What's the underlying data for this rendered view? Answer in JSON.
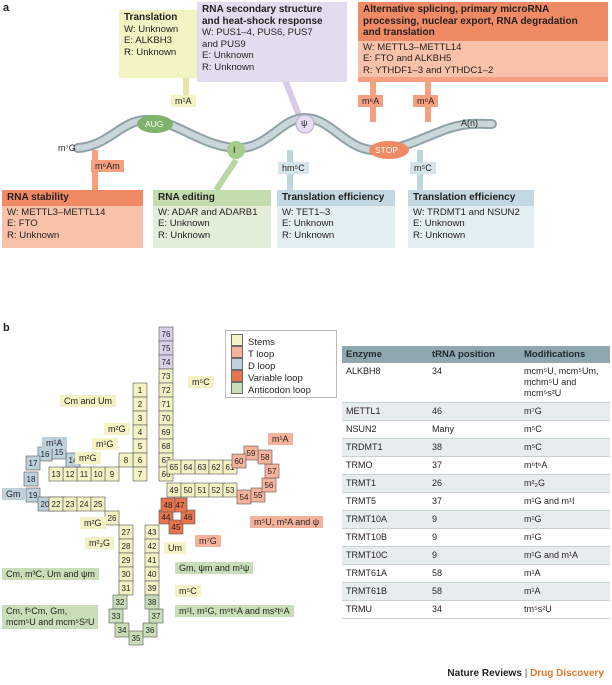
{
  "panel_a": {
    "label": "a",
    "cap_label": "m⁷G",
    "polya_label": "A(n)",
    "start_codon": "AUG",
    "stop_codon": "STOP",
    "inosine": "I",
    "pseudouridine": "ψ",
    "mods": {
      "m1A": "m¹A",
      "m6A_1": "m⁶A",
      "m6A_2": "m⁶A",
      "m6Am": "m⁶Am",
      "hm5C": "hm⁵C",
      "m5C": "m⁵C"
    },
    "boxes": {
      "translation": {
        "title": "Translation",
        "lines": [
          "W: Unknown",
          "E: ALKBH3",
          "R: Unknown"
        ]
      },
      "rna_secondary": {
        "title_lines": [
          "RNA secondary structure",
          "and heat-shock response"
        ],
        "lines": [
          "W: PUS1–4, PUS6, PUS7",
          "and PUS9",
          "E: Unknown",
          "R: Unknown"
        ]
      },
      "splicing": {
        "title_lines": [
          "Alternative splicing, primary microRNA",
          "processing, nuclear export, RNA degradation",
          "and translation"
        ],
        "lines": [
          "W: METTL3–METTL14",
          "E: FTO and ALKBH5",
          "R: YTHDF1–3 and YTHDC1–2"
        ]
      },
      "stability": {
        "title": "RNA stability",
        "lines": [
          "W: METTL3–METTL14",
          "E: FTO",
          "R: Unknown"
        ]
      },
      "editing": {
        "title": "RNA editing",
        "lines": [
          "W: ADAR and ADARB1",
          "E: Unknown",
          "R: Unknown"
        ]
      },
      "efficiency_1": {
        "title": "Translation efficiency",
        "lines": [
          "W: TET1–3",
          "E: Unknown",
          "R: Unknown"
        ]
      },
      "efficiency_2": {
        "title": "Translation efficiency",
        "lines": [
          "W: TRDMT1 and NSUN2",
          "E: Unknown",
          "R: Unknown"
        ]
      }
    },
    "colors": {
      "yellow": "#f3f2c3",
      "purple": "#e3dcef",
      "orange": "#f6a07f",
      "orange_title": "#f08a64",
      "green": "#d3e5c6",
      "blue": "#d4e4ea",
      "strand": "#aebfc4"
    }
  },
  "panel_b": {
    "label": "b",
    "legend": [
      {
        "label": "Stems",
        "color": "#f4f1c4"
      },
      {
        "label": "T loop",
        "color": "#f6b39c"
      },
      {
        "label": "D loop",
        "color": "#bdd1dc"
      },
      {
        "label": "Variable loop",
        "color": "#e8744e"
      },
      {
        "label": "Anticodon loop",
        "color": "#c8deb8"
      }
    ],
    "mod_labels": {
      "m5C_top": "m⁵C",
      "cm_um": "Cm and Um",
      "m2G_a": "m²G",
      "m1G": "m¹G",
      "m2G_b": "m²G",
      "m1A_left": "m¹A",
      "gm_left": "Gm",
      "m2G_c": "m²G",
      "m22G": "m²₂G",
      "um": "Um",
      "m1A_right": "m¹A",
      "m5u_group": "m⁵U, m²A and ψ",
      "m7G": "m⁷G",
      "cm_group": "Cm, m³C, Um and ψm",
      "gm_group": "Gm, ψm and m¹ψ",
      "m5C_lower": "m⁵C",
      "cm_f5_line1": "Cm, f⁵Cm, Gm,",
      "cm_f5_line2": "mcm⁵U and mcm⁵S²U",
      "m1i_group": "m¹I, m¹G, m⁶t⁶A and ms²t⁶A"
    },
    "table": {
      "headers": [
        "Enzyme",
        "tRNA position",
        "Modifications"
      ],
      "rows": [
        [
          "ALKBH8",
          "34",
          "mcm⁵U, mcm⁵Um, mchm⁵U and mcm⁵s²U"
        ],
        [
          "METTL1",
          "46",
          "m⁷G"
        ],
        [
          "NSUN2",
          "Many",
          "m⁵C"
        ],
        [
          "TRDMT1",
          "38",
          "m⁵C"
        ],
        [
          "TRMO",
          "37",
          "m⁶t⁶A"
        ],
        [
          "TRMT1",
          "26",
          "m²₂G"
        ],
        [
          "TRMT5",
          "37",
          "m¹G and m¹I"
        ],
        [
          "TRMT10A",
          "9",
          "m¹G"
        ],
        [
          "TRMT10B",
          "9",
          "m¹G"
        ],
        [
          "TRMT10C",
          "9",
          "m¹G and m¹A"
        ],
        [
          "TRMT61A",
          "58",
          "m¹A"
        ],
        [
          "TRMT61B",
          "58",
          "m¹A"
        ],
        [
          "TRMU",
          "34",
          "tm⁵s²U"
        ]
      ]
    }
  },
  "footer": {
    "journal": "Nature Reviews",
    "separator": "|",
    "section": "Drug Discovery"
  }
}
